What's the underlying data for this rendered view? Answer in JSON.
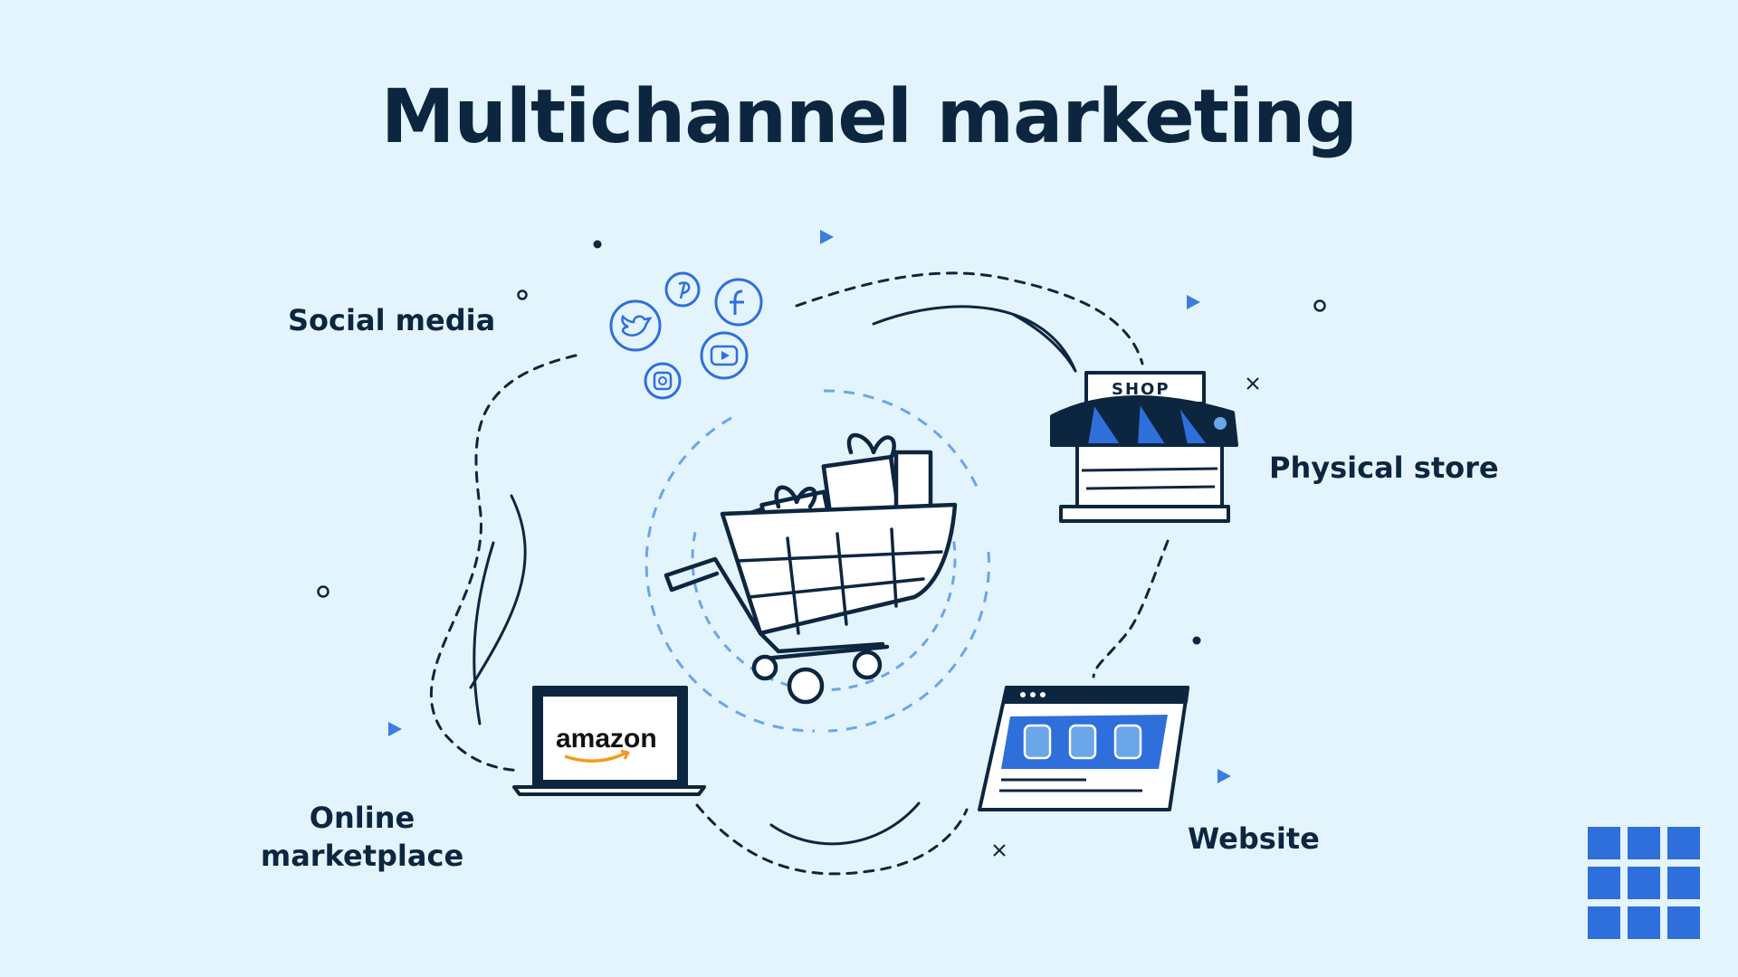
{
  "title": "Multichannel marketing",
  "channels": {
    "social": "Social media",
    "store": "Physical store",
    "marketplace_line1": "Online",
    "marketplace_line2": "marketplace",
    "website": "Website"
  },
  "laptop_brand": "amazon",
  "shop_sign": "SHOP",
  "colors": {
    "background": "#e3f4fd",
    "ink": "#0d2640",
    "accent": "#2f6fdc",
    "light_accent": "#6aa6e8"
  },
  "icons": [
    "twitter-icon",
    "pinterest-icon",
    "facebook-icon",
    "youtube-icon",
    "instagram-icon",
    "shopping-cart-icon",
    "shop-icon",
    "laptop-icon",
    "browser-window-icon",
    "grid-logo-icon"
  ]
}
